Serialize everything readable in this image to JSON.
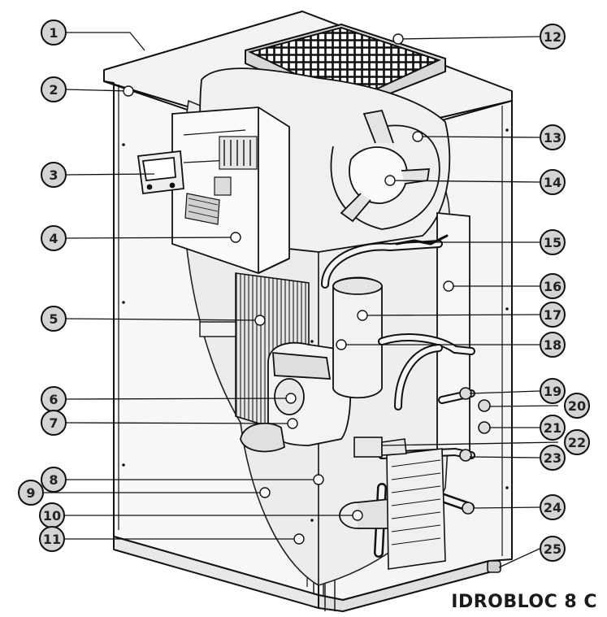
{
  "diagram": {
    "title": "IDROBLOC 8 C",
    "callouts": [
      {
        "id": 1,
        "label": "1"
      },
      {
        "id": 2,
        "label": "2"
      },
      {
        "id": 3,
        "label": "3"
      },
      {
        "id": 4,
        "label": "4"
      },
      {
        "id": 5,
        "label": "5"
      },
      {
        "id": 6,
        "label": "6"
      },
      {
        "id": 7,
        "label": "7"
      },
      {
        "id": 8,
        "label": "8"
      },
      {
        "id": 9,
        "label": "9"
      },
      {
        "id": 10,
        "label": "10"
      },
      {
        "id": 11,
        "label": "11"
      },
      {
        "id": 12,
        "label": "12"
      },
      {
        "id": 13,
        "label": "13"
      },
      {
        "id": 14,
        "label": "14"
      },
      {
        "id": 15,
        "label": "15"
      },
      {
        "id": 16,
        "label": "16"
      },
      {
        "id": 17,
        "label": "17"
      },
      {
        "id": 18,
        "label": "18"
      },
      {
        "id": 19,
        "label": "19"
      },
      {
        "id": 20,
        "label": "20"
      },
      {
        "id": 21,
        "label": "21"
      },
      {
        "id": 22,
        "label": "22"
      },
      {
        "id": 23,
        "label": "23"
      },
      {
        "id": 24,
        "label": "24"
      },
      {
        "id": 25,
        "label": "25"
      }
    ]
  }
}
